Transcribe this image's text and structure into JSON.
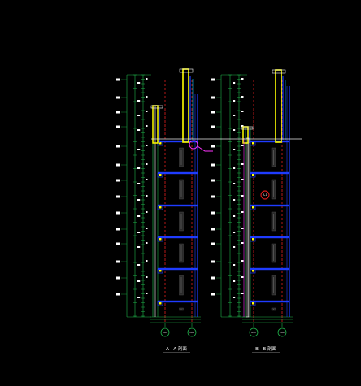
{
  "drawing": {
    "background": "#000000",
    "colors": {
      "dimension": "#1fb34a",
      "section_wall": "#ffff00",
      "slab": "#1f3cff",
      "grid": "#ff2222",
      "glass": "#00c8ff",
      "column_fill": "#2a2a2a",
      "text": "#ffffff",
      "detail": "#ff33ff"
    },
    "sections": [
      {
        "id": "section-a",
        "title": "A - A 剖面",
        "axis_left_label": "A-A",
        "axis_right_label": "A-B"
      },
      {
        "id": "section-b",
        "title": "B - B 剖面",
        "axis_left_label": "B-A",
        "axis_right_label": "B-B"
      }
    ],
    "section_b_callout": "A-1",
    "floors": 7
  }
}
